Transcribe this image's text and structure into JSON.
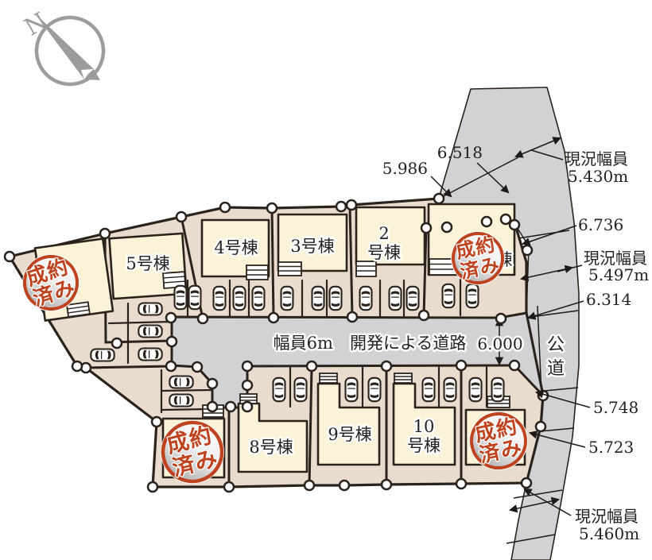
{
  "compass": {
    "label": "N"
  },
  "road": {
    "label": "幅員6m　開発による道路",
    "width": "6.000"
  },
  "public_road": {
    "char1": "公",
    "char2": "道"
  },
  "buildings": {
    "b5": "5号棟",
    "b4": "4号棟",
    "b3": "3号棟",
    "b2_line1": "2",
    "b2_line2": "号棟",
    "b1_partial": "棟",
    "b8": "8号棟",
    "b9": "9号棟",
    "b10_line1": "10",
    "b10_line2": "号棟"
  },
  "stamp": {
    "line1": "成約",
    "line2": "済み"
  },
  "measurements": {
    "top_w1": "5.986",
    "top_w2": "6.518",
    "genkyo1_label": "現況幅員",
    "genkyo1_value": "5.430m",
    "seg1": "6.736",
    "genkyo2_label": "現況幅員",
    "genkyo2_value": "5.497m",
    "seg2": "6.314",
    "seg3": "5.748",
    "seg4": "5.723",
    "genkyo3_label": "現況幅員",
    "genkyo3_value": "5.460m"
  },
  "colors": {
    "lot_fill": "#e9dccc",
    "building_fill": "#faf3d8",
    "road_fill": "#d2d2d4",
    "outline": "#2a231d",
    "stamp_red": "#c0431f",
    "compass_gray": "#9c9c9c",
    "text_dark": "#222222"
  }
}
